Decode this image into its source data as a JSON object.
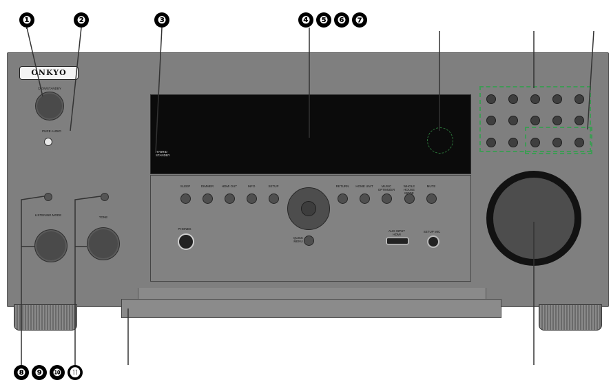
{
  "callouts": {
    "n1": "❶",
    "n2": "❷",
    "n3": "❸",
    "n4": "❹",
    "n5": "❺",
    "n6": "❻",
    "n7": "❼",
    "n8": "❽",
    "n9": "❾",
    "n10": "❿",
    "n11": "⓫"
  },
  "brand": "ONKYO",
  "labels": {
    "on_standby": "⏻ ON/STANDBY",
    "pure_audio": "PURE AUDIO",
    "hybrid_standby": "HYBRID STANDBY",
    "listening_mode": "LISTENING MODE",
    "tone": "TONE",
    "phones": "PHONES",
    "aux_input": "AUX INPUT HDMI",
    "setup_mic": "SETUP MIC",
    "quick_menu": "QUICK MENU"
  },
  "panel_buttons": [
    "SLEEP",
    "DIMMER",
    "HDMI OUT",
    "INFO",
    "SETUP",
    "RETURN",
    "HOME UNIT",
    "MUSIC OPTIMIZER",
    "WHOLE HOUSE MODE",
    "MUTE"
  ],
  "colors": {
    "chassis": "#7f7f7f",
    "display": "#0b0b0b",
    "highlight_box": "#3f9a55"
  }
}
